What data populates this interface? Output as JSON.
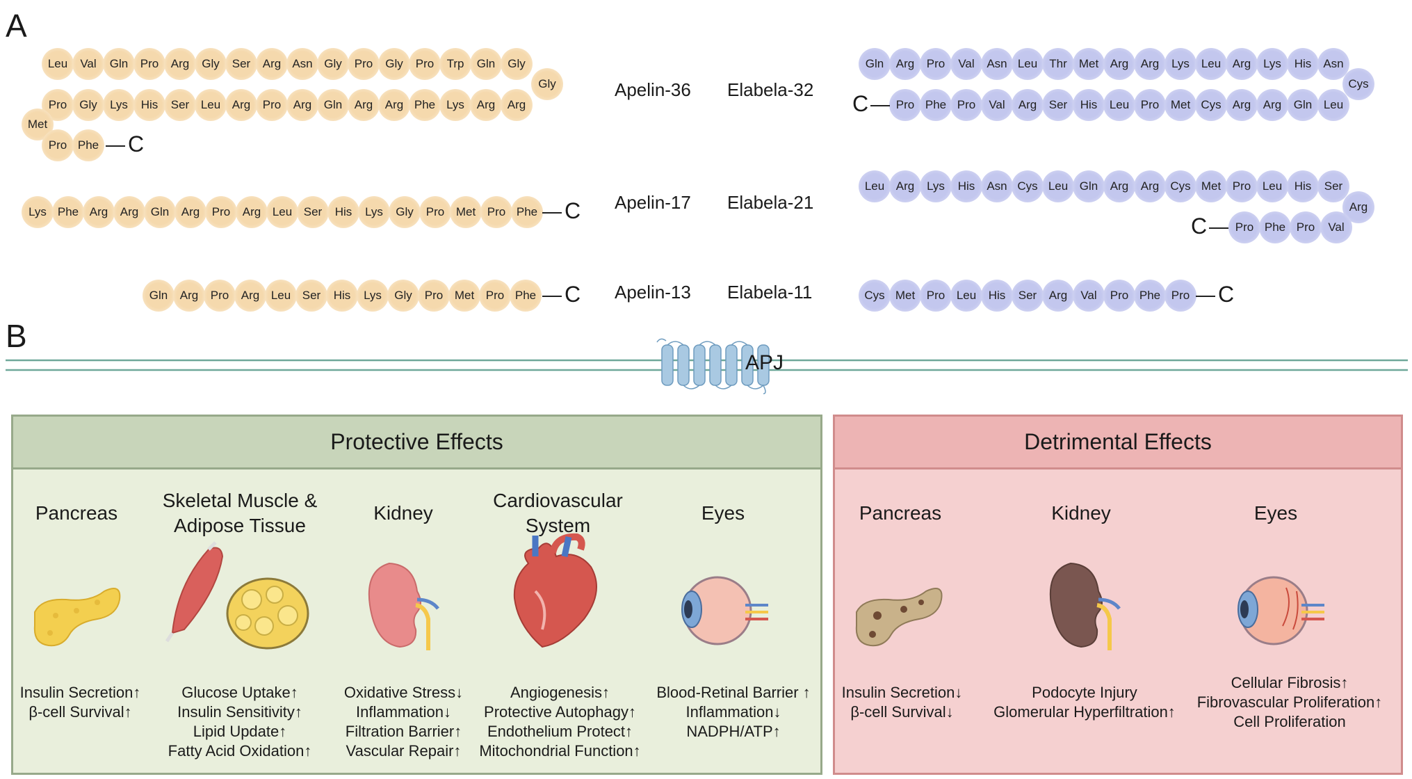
{
  "panels": {
    "a": "A",
    "b": "B"
  },
  "apelin36": {
    "name": "Apelin-36",
    "row1": [
      "Leu",
      "Val",
      "Gln",
      "Pro",
      "Arg",
      "Gly",
      "Ser",
      "Arg",
      "Asn",
      "Gly",
      "Pro",
      "Gly",
      "Pro",
      "Trp",
      "Gln",
      "Gly"
    ],
    "turn1": "Gly",
    "row2": [
      "Pro",
      "Gly",
      "Lys",
      "His",
      "Ser",
      "Leu",
      "Arg",
      "Pro",
      "Arg",
      "Gln",
      "Arg",
      "Arg",
      "Phe",
      "Lys",
      "Arg",
      "Arg"
    ],
    "turn2": "Met",
    "row3": [
      "Pro",
      "Phe"
    ],
    "cterm": "C"
  },
  "apelin17": {
    "name": "Apelin-17",
    "residues": [
      "Lys",
      "Phe",
      "Arg",
      "Arg",
      "Gln",
      "Arg",
      "Pro",
      "Arg",
      "Leu",
      "Ser",
      "His",
      "Lys",
      "Gly",
      "Pro",
      "Met",
      "Pro",
      "Phe"
    ],
    "cterm": "C"
  },
  "apelin13": {
    "name": "Apelin-13",
    "residues": [
      "Gln",
      "Arg",
      "Pro",
      "Arg",
      "Leu",
      "Ser",
      "His",
      "Lys",
      "Gly",
      "Pro",
      "Met",
      "Pro",
      "Phe"
    ],
    "cterm": "C"
  },
  "elabela32": {
    "name": "Elabela-32",
    "row1": [
      "Gln",
      "Arg",
      "Pro",
      "Val",
      "Asn",
      "Leu",
      "Thr",
      "Met",
      "Arg",
      "Arg",
      "Lys",
      "Leu",
      "Arg",
      "Lys",
      "His",
      "Asn"
    ],
    "turn": "Cys",
    "row2": [
      "Pro",
      "Phe",
      "Pro",
      "Val",
      "Arg",
      "Ser",
      "His",
      "Leu",
      "Pro",
      "Met",
      "Cys",
      "Arg",
      "Arg",
      "Gln",
      "Leu"
    ],
    "cterm": "C"
  },
  "elabela21": {
    "name": "Elabela-21",
    "row1": [
      "Leu",
      "Arg",
      "Lys",
      "His",
      "Asn",
      "Cys",
      "Leu",
      "Gln",
      "Arg",
      "Arg",
      "Cys",
      "Met",
      "Pro",
      "Leu",
      "His",
      "Ser"
    ],
    "turn": "Arg",
    "row2": [
      "Pro",
      "Phe",
      "Pro",
      "Val"
    ],
    "cterm": "C"
  },
  "elabela11": {
    "name": "Elabela-11",
    "residues": [
      "Cys",
      "Met",
      "Pro",
      "Leu",
      "His",
      "Ser",
      "Arg",
      "Val",
      "Pro",
      "Phe",
      "Pro"
    ],
    "cterm": "C"
  },
  "receptor": {
    "label": "APJ"
  },
  "protective": {
    "title": "Protective Effects",
    "organs": [
      {
        "name": "Pancreas",
        "effects": [
          "Insulin Secretion↑",
          "β-cell Survival↑"
        ]
      },
      {
        "name": "Skeletal Muscle &\nAdipose Tissue",
        "effects": [
          "Glucose Uptake↑",
          "Insulin Sensitivity↑",
          "Lipid Update↑",
          "Fatty Acid Oxidation↑"
        ]
      },
      {
        "name": "Kidney",
        "effects": [
          "Oxidative Stress↓",
          "Inflammation↓",
          "Filtration Barrier↑",
          "Vascular Repair↑"
        ]
      },
      {
        "name": "Cardiovascular\nSystem",
        "effects": [
          "Angiogenesis↑",
          "Protective Autophagy↑",
          "Endothelium Protect↑",
          "Mitochondrial Function↑"
        ]
      },
      {
        "name": "Eyes",
        "effects": [
          "Blood-Retinal Barrier ↑",
          "Inflammation↓",
          "NADPH/ATP↑"
        ]
      }
    ]
  },
  "detrimental": {
    "title": "Detrimental Effects",
    "organs": [
      {
        "name": "Pancreas",
        "effects": [
          "Insulin Secretion↓",
          "β-cell Survival↓"
        ]
      },
      {
        "name": "Kidney",
        "effects": [
          "Podocyte Injury",
          "Glomerular Hyperfiltration↑"
        ]
      },
      {
        "name": "Eyes",
        "effects": [
          "Cellular Fibrosis↑",
          "Fibrovascular Proliferation↑",
          "Cell Proliferation"
        ]
      }
    ]
  },
  "colors": {
    "apelin": "#f5d9ad",
    "elabela": "#c3c7ee",
    "membrane": "#6fa89a",
    "receptor": "#a9c9e2",
    "protective_bg": "#e9efdc",
    "detrimental_bg": "#f5d0d0"
  }
}
